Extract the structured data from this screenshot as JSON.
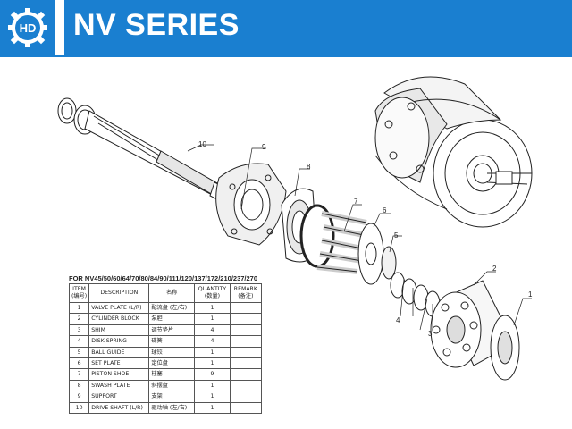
{
  "header": {
    "title": "NV SERIES",
    "logo_text": "HD",
    "brand_color": "#1a7fd0"
  },
  "table": {
    "caption": "FOR NV45/50/60/64/70/80/84/90/111/120/137/172/210/237/270",
    "headers": {
      "item": "ITEM",
      "item_cn": "(编号)",
      "description": "DESCRIPTION",
      "name_cn": "名称",
      "quantity": "QUANTITY",
      "quantity_cn": "(数量)",
      "remark": "REMARK",
      "remark_cn": "(备注)"
    },
    "rows": [
      {
        "item": "1",
        "description": "VALVE PLATE (L/R)",
        "name_cn": "配流盘 (左/右)",
        "quantity": "1",
        "remark": ""
      },
      {
        "item": "2",
        "description": "CYLINDER BLOCK",
        "name_cn": "泵胆",
        "quantity": "1",
        "remark": ""
      },
      {
        "item": "3",
        "description": "SHIM",
        "name_cn": "调节垫片",
        "quantity": "4",
        "remark": ""
      },
      {
        "item": "4",
        "description": "DISK SPRING",
        "name_cn": "碟簧",
        "quantity": "4",
        "remark": ""
      },
      {
        "item": "5",
        "description": "BALL GUIDE",
        "name_cn": "球铰",
        "quantity": "1",
        "remark": ""
      },
      {
        "item": "6",
        "description": "SET PLATE",
        "name_cn": "定位盘",
        "quantity": "1",
        "remark": ""
      },
      {
        "item": "7",
        "description": "PISTON SHOE",
        "name_cn": "柱塞",
        "quantity": "9",
        "remark": ""
      },
      {
        "item": "8",
        "description": "SWASH PLATE",
        "name_cn": "斜摆盘",
        "quantity": "1",
        "remark": ""
      },
      {
        "item": "9",
        "description": "SUPPORT",
        "name_cn": "支架",
        "quantity": "1",
        "remark": ""
      },
      {
        "item": "10",
        "description": "DRIVE SHAFT (L/R)",
        "name_cn": "驱动轴 (左/右)",
        "quantity": "1",
        "remark": ""
      }
    ]
  },
  "callouts": {
    "c1": "1",
    "c2": "2",
    "c3": "3",
    "c4": "4",
    "c5": "5",
    "c6": "6",
    "c7": "7",
    "c8": "8",
    "c9": "9",
    "c10": "10"
  }
}
